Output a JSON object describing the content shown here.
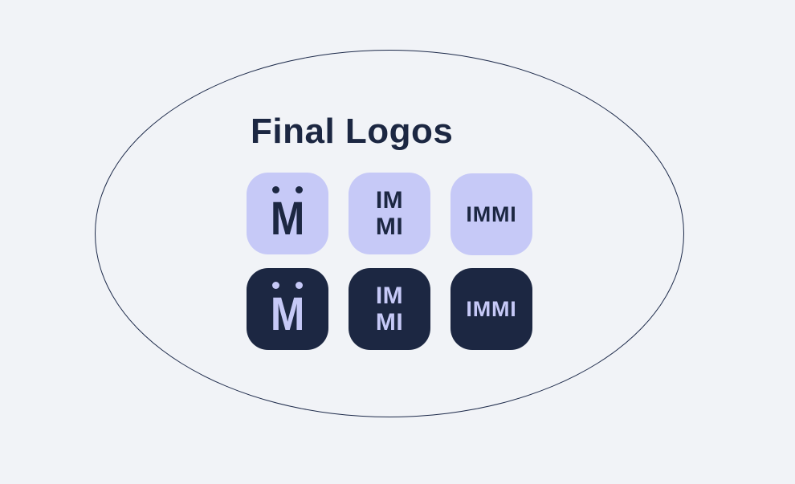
{
  "title": "Final Logos",
  "colors": {
    "background": "#f1f3f7",
    "ink": "#1c2742",
    "tile_light": "#c6c9f7",
    "ellipse_stroke": "#1d2a4a"
  },
  "tiles": [
    {
      "id": "light-monogram",
      "style": "light",
      "kind": "monogram",
      "text": "M"
    },
    {
      "id": "light-stacked",
      "style": "light",
      "kind": "stacked",
      "line1": "IM",
      "line2": "MI"
    },
    {
      "id": "light-inline",
      "style": "light",
      "kind": "inline",
      "text": "IMMI"
    },
    {
      "id": "dark-monogram",
      "style": "dark",
      "kind": "monogram",
      "text": "M"
    },
    {
      "id": "dark-stacked",
      "style": "dark",
      "kind": "stacked",
      "line1": "IM",
      "line2": "MI"
    },
    {
      "id": "dark-inline",
      "style": "dark",
      "kind": "inline",
      "text": "IMMI"
    }
  ]
}
